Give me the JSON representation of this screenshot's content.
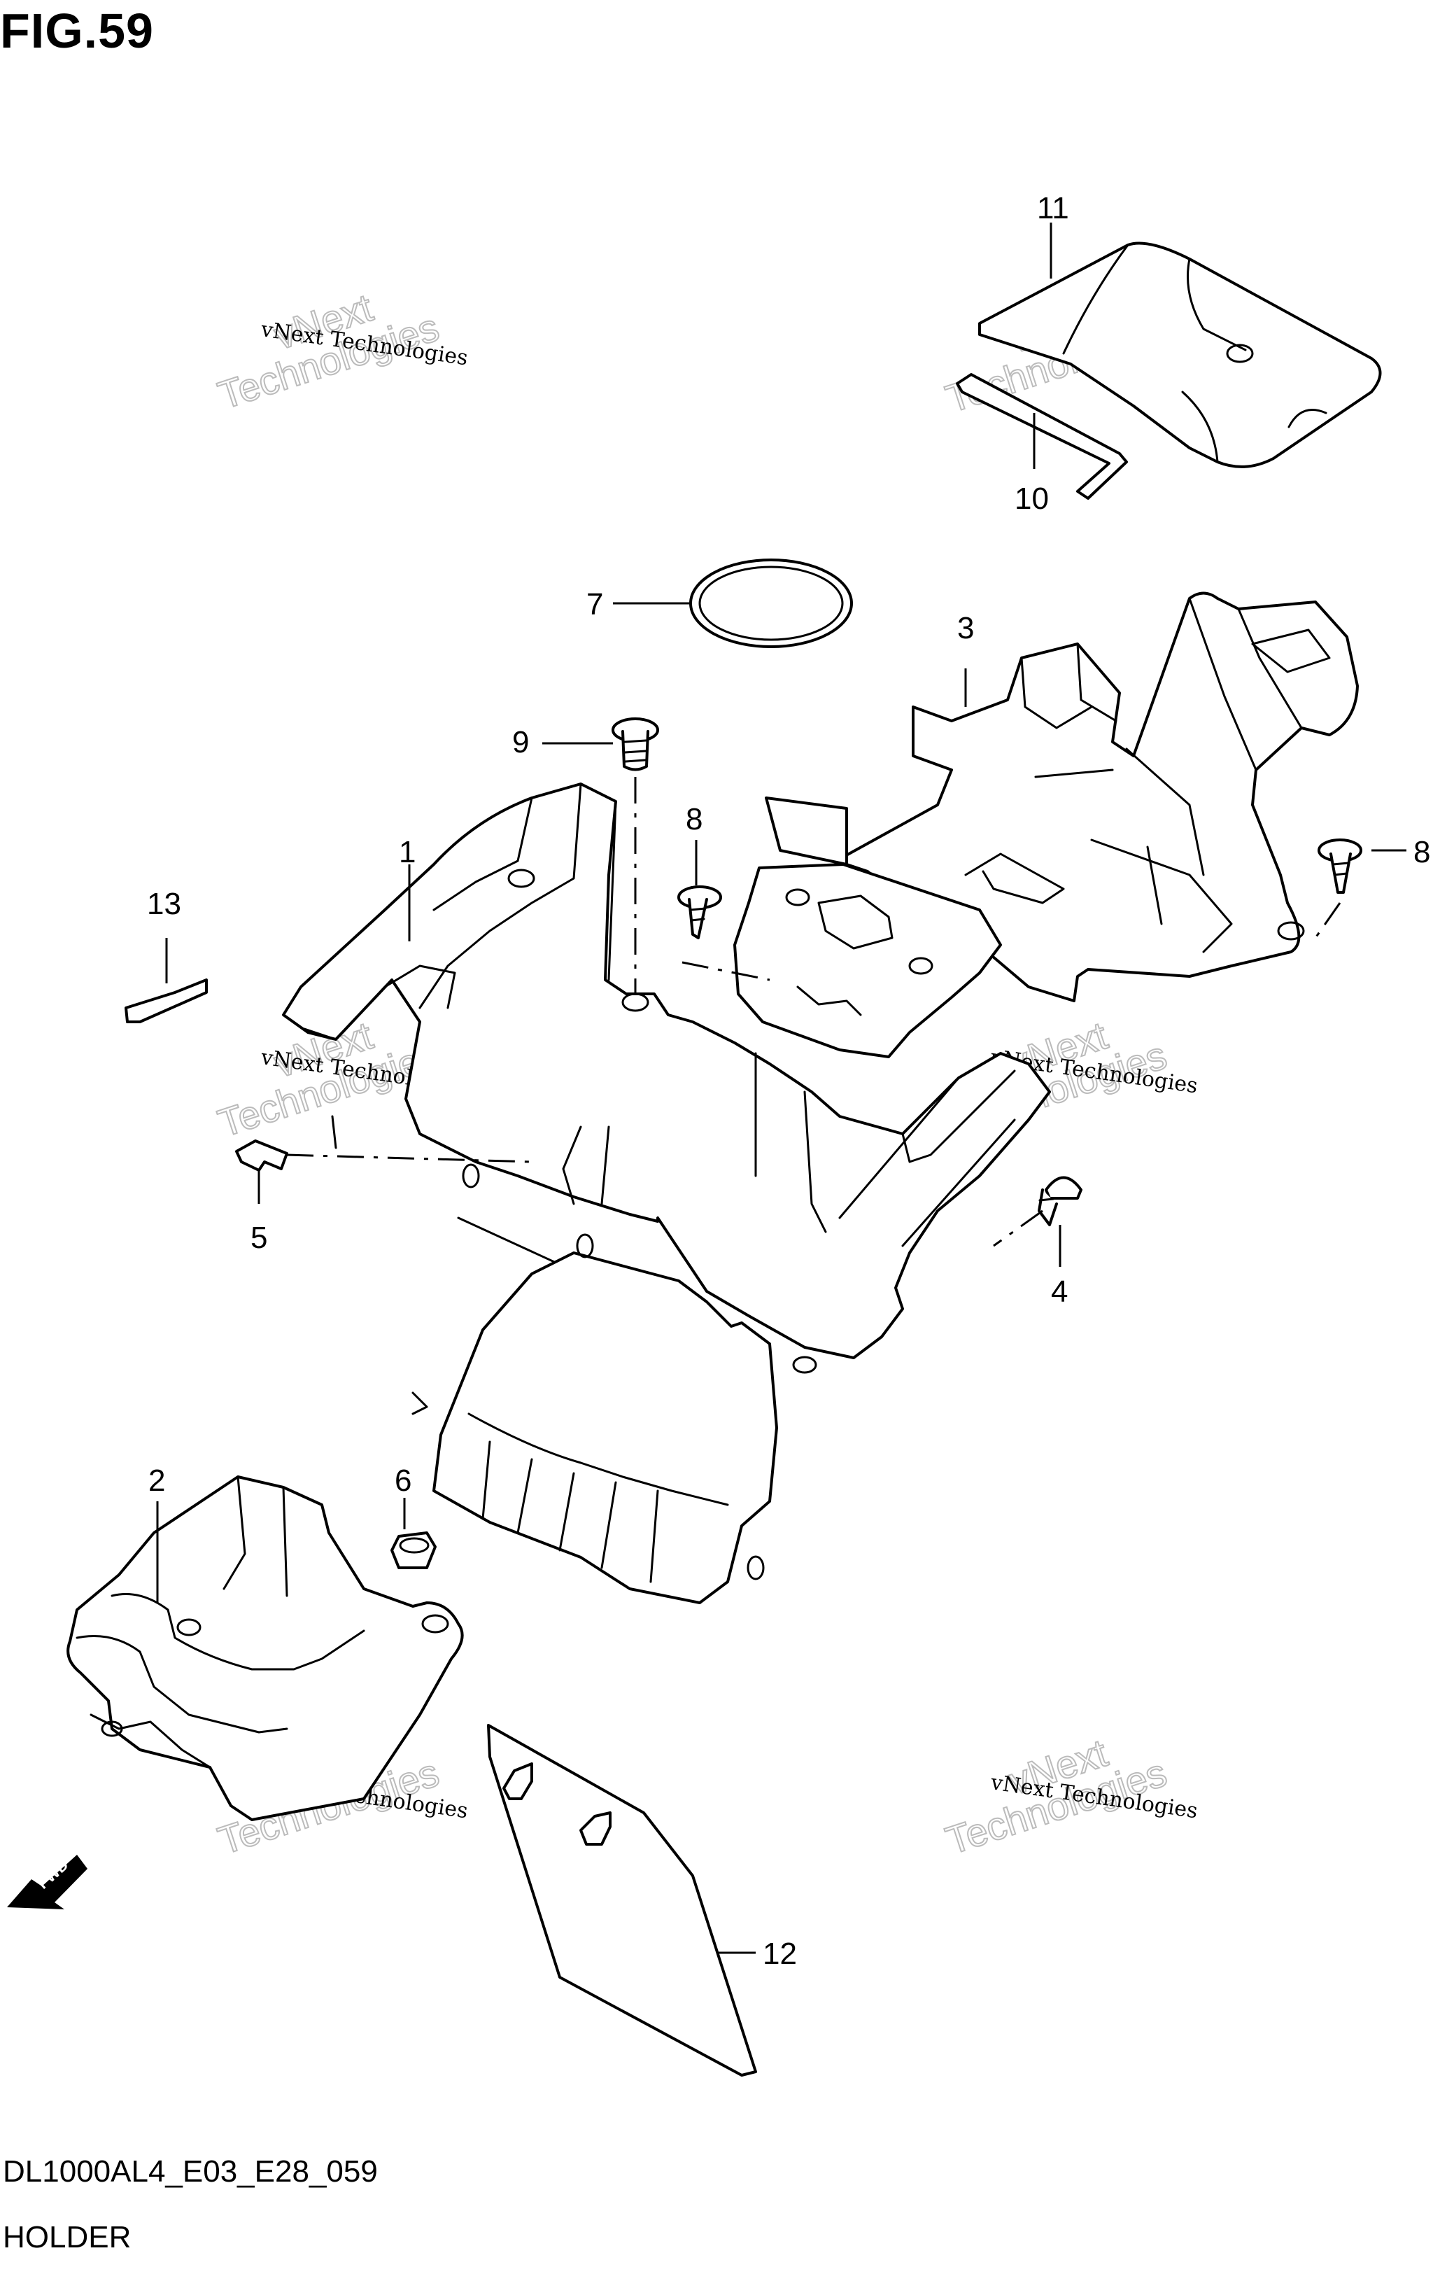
{
  "title": "FIG.59",
  "diagram_code": "DL1000AL4_E03_E28_059",
  "diagram_name": "HOLDER",
  "watermark": {
    "line1": "vNext Technologies",
    "line2": "vNext",
    "line3": "Technologies"
  },
  "direction_label": "FWD",
  "callouts": [
    "1",
    "2",
    "3",
    "4",
    "5",
    "6",
    "7",
    "8",
    "8",
    "9",
    "10",
    "11",
    "12",
    "13"
  ]
}
